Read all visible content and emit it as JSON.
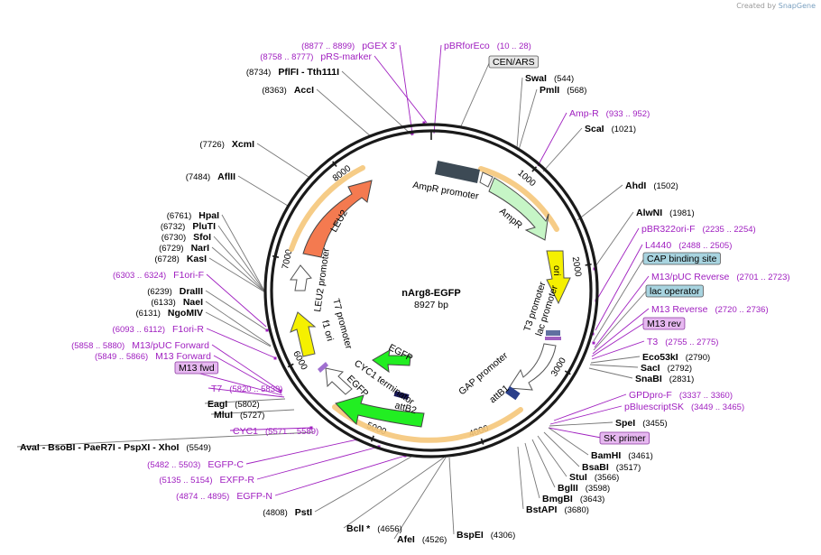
{
  "credit": {
    "prefix": "Created by",
    "brand": "SnapGene"
  },
  "plasmid": {
    "name": "nArg8-EGFP",
    "size": "8927 bp",
    "length": 8927
  },
  "ticks": [
    "1000",
    "2000",
    "3000",
    "4000",
    "5000",
    "6000",
    "7000",
    "8000"
  ],
  "colors": {
    "primer": "#a020c0",
    "backbone": "#1a1a1a",
    "orf_halo": "#f5c77a"
  },
  "labels": [
    {
      "id": "pgex3",
      "type": "primer",
      "name": "pGEX 3'",
      "pos": "(8877 .. 8899)"
    },
    {
      "id": "pbrforeco",
      "type": "primer",
      "name": "pBRforEco",
      "pos": "(10 .. 28)"
    },
    {
      "id": "prsmarker",
      "type": "primer",
      "name": "pRS-marker",
      "pos": "(8758 .. 8777)"
    },
    {
      "id": "cenars",
      "type": "boxed",
      "name": "CEN/ARS",
      "pos": ""
    },
    {
      "id": "pflfi",
      "type": "enzyme",
      "name": "PflFI  - Tth111I",
      "pos": "(8734)"
    },
    {
      "id": "swai",
      "type": "enzyme",
      "name": "SwaI",
      "pos": "(544)"
    },
    {
      "id": "pmli",
      "type": "enzyme",
      "name": "PmlI",
      "pos": "(568)"
    },
    {
      "id": "acci",
      "type": "enzyme",
      "name": "AccI",
      "pos": "(8363)"
    },
    {
      "id": "ampr",
      "type": "primer",
      "name": "Amp-R",
      "pos": "(933 .. 952)"
    },
    {
      "id": "scai",
      "type": "enzyme",
      "name": "ScaI",
      "pos": "(1021)"
    },
    {
      "id": "xcmi",
      "type": "enzyme",
      "name": "XcmI",
      "pos": "(7726)"
    },
    {
      "id": "aflii",
      "type": "enzyme",
      "name": "AflII",
      "pos": "(7484)"
    },
    {
      "id": "ahdi",
      "type": "enzyme",
      "name": "AhdI",
      "pos": "(1502)"
    },
    {
      "id": "alwni",
      "type": "enzyme",
      "name": "AlwNI",
      "pos": "(1981)"
    },
    {
      "id": "hpai",
      "type": "enzyme",
      "name": "HpaI",
      "pos": "(6761)"
    },
    {
      "id": "pluti",
      "type": "enzyme",
      "name": "PluTI",
      "pos": "(6732)"
    },
    {
      "id": "sfoi",
      "type": "enzyme",
      "name": "SfoI",
      "pos": "(6730)"
    },
    {
      "id": "nari",
      "type": "enzyme",
      "name": "NarI",
      "pos": "(6729)"
    },
    {
      "id": "kasi",
      "type": "enzyme",
      "name": "KasI",
      "pos": "(6728)"
    },
    {
      "id": "pbr322ori",
      "type": "primer",
      "name": "pBR322ori-F",
      "pos": "(2235 .. 2254)"
    },
    {
      "id": "l4440",
      "type": "primer",
      "name": "L4440",
      "pos": "(2488 .. 2505)"
    },
    {
      "id": "capbs",
      "type": "boxed",
      "name": "CAP binding site",
      "pos": ""
    },
    {
      "id": "f1orif",
      "type": "primer",
      "name": "F1ori-F",
      "pos": "(6303 .. 6324)"
    },
    {
      "id": "m13puc_rev",
      "type": "primer",
      "name": "M13/pUC Reverse",
      "pos": "(2701 .. 2723)"
    },
    {
      "id": "draiii",
      "type": "enzyme",
      "name": "DraIII",
      "pos": "(6239)"
    },
    {
      "id": "naei",
      "type": "enzyme",
      "name": "NaeI",
      "pos": "(6133)"
    },
    {
      "id": "ngomiv",
      "type": "enzyme",
      "name": "NgoMIV",
      "pos": "(6131)"
    },
    {
      "id": "lacop",
      "type": "boxed",
      "name": "lac operator",
      "pos": ""
    },
    {
      "id": "m13reverse",
      "type": "primer",
      "name": "M13 Reverse",
      "pos": "(2720 .. 2736)"
    },
    {
      "id": "m13rev",
      "type": "boxed-purple",
      "name": "M13 rev",
      "pos": ""
    },
    {
      "id": "f1orir",
      "type": "primer",
      "name": "F1ori-R",
      "pos": "(6093 .. 6112)"
    },
    {
      "id": "t3",
      "type": "primer",
      "name": "T3",
      "pos": "(2755 .. 2775)"
    },
    {
      "id": "m13puc_fwd",
      "type": "primer",
      "name": "M13/pUC Forward",
      "pos": "(5858 .. 5880)"
    },
    {
      "id": "eco53ki",
      "type": "enzyme",
      "name": "Eco53kI",
      "pos": "(2790)"
    },
    {
      "id": "m13forward",
      "type": "primer",
      "name": "M13 Forward",
      "pos": "(5849 .. 5866)"
    },
    {
      "id": "saci",
      "type": "enzyme",
      "name": "SacI",
      "pos": "(2792)"
    },
    {
      "id": "m13fwd",
      "type": "boxed-purple",
      "name": "M13 fwd",
      "pos": ""
    },
    {
      "id": "snabi",
      "type": "enzyme",
      "name": "SnaBI",
      "pos": "(2831)"
    },
    {
      "id": "t7",
      "type": "primer",
      "name": "T7",
      "pos": "(5820 .. 5839)"
    },
    {
      "id": "gpdprof",
      "type": "primer",
      "name": "GPDpro-F",
      "pos": "(3337 .. 3360)"
    },
    {
      "id": "eagi",
      "type": "enzyme",
      "name": "EagI",
      "pos": "(5802)"
    },
    {
      "id": "pbluescriptsk",
      "type": "primer",
      "name": "pBluescriptSK",
      "pos": "(3449 .. 3465)"
    },
    {
      "id": "mlui",
      "type": "enzyme",
      "name": "MluI",
      "pos": "(5727)"
    },
    {
      "id": "spei",
      "type": "enzyme",
      "name": "SpeI",
      "pos": "(3455)"
    },
    {
      "id": "cyc1",
      "type": "primer",
      "name": "CYC1",
      "pos": "(5571 .. 5589)"
    },
    {
      "id": "skprimer",
      "type": "boxed-purple",
      "name": "SK primer",
      "pos": ""
    },
    {
      "id": "avai",
      "type": "enzyme",
      "name": "AvaI  - BsoBI  - PaeR7I  - PspXI  - XhoI",
      "pos": "(5549)"
    },
    {
      "id": "bamhi",
      "type": "enzyme",
      "name": "BamHI",
      "pos": "(3461)"
    },
    {
      "id": "egfpc",
      "type": "primer",
      "name": "EGFP-C",
      "pos": "(5482 .. 5503)"
    },
    {
      "id": "bsabi",
      "type": "enzyme",
      "name": "BsaBI",
      "pos": "(3517)"
    },
    {
      "id": "exfpr",
      "type": "primer",
      "name": "EXFP-R",
      "pos": "(5135 .. 5154)"
    },
    {
      "id": "stui",
      "type": "enzyme",
      "name": "StuI",
      "pos": "(3566)"
    },
    {
      "id": "bglii",
      "type": "enzyme",
      "name": "BglII",
      "pos": "(3598)"
    },
    {
      "id": "egfpn",
      "type": "primer",
      "name": "EGFP-N",
      "pos": "(4874 .. 4895)"
    },
    {
      "id": "bmgbi",
      "type": "enzyme",
      "name": "BmgBI",
      "pos": "(3643)"
    },
    {
      "id": "bstapi",
      "type": "enzyme",
      "name": "BstAPI",
      "pos": "(3680)"
    },
    {
      "id": "psti",
      "type": "enzyme",
      "name": "PstI",
      "pos": "(4808)"
    },
    {
      "id": "bcli",
      "type": "enzyme",
      "name": "BclI *",
      "pos": "(4656)"
    },
    {
      "id": "afei",
      "type": "enzyme",
      "name": "AfeI",
      "pos": "(4526)"
    },
    {
      "id": "bspei",
      "type": "enzyme",
      "name": "BspEI",
      "pos": "(4306)"
    }
  ],
  "features": [
    {
      "id": "ampr_promoter",
      "label": "AmpR promoter"
    },
    {
      "id": "ampr",
      "label": "AmpR"
    },
    {
      "id": "ori",
      "label": "ori"
    },
    {
      "id": "t3_promoter",
      "label": "T3 promoter"
    },
    {
      "id": "lac_promoter",
      "label": "lac promoter"
    },
    {
      "id": "gap_promoter",
      "label": "GAP promoter"
    },
    {
      "id": "attb1",
      "label": "attB1"
    },
    {
      "id": "egfp_orf",
      "label": "EGFP"
    },
    {
      "id": "egfp_top",
      "label": "EGFP"
    },
    {
      "id": "attb2",
      "label": "attB2"
    },
    {
      "id": "cyc1_term",
      "label": "CYC1 terminator"
    },
    {
      "id": "f1ori",
      "label": "f1 ori"
    },
    {
      "id": "t7_promoter",
      "label": "T7 promoter"
    },
    {
      "id": "leu2_promoter",
      "label": "LEU2 promoter"
    },
    {
      "id": "leu2",
      "label": "LEU2"
    }
  ]
}
